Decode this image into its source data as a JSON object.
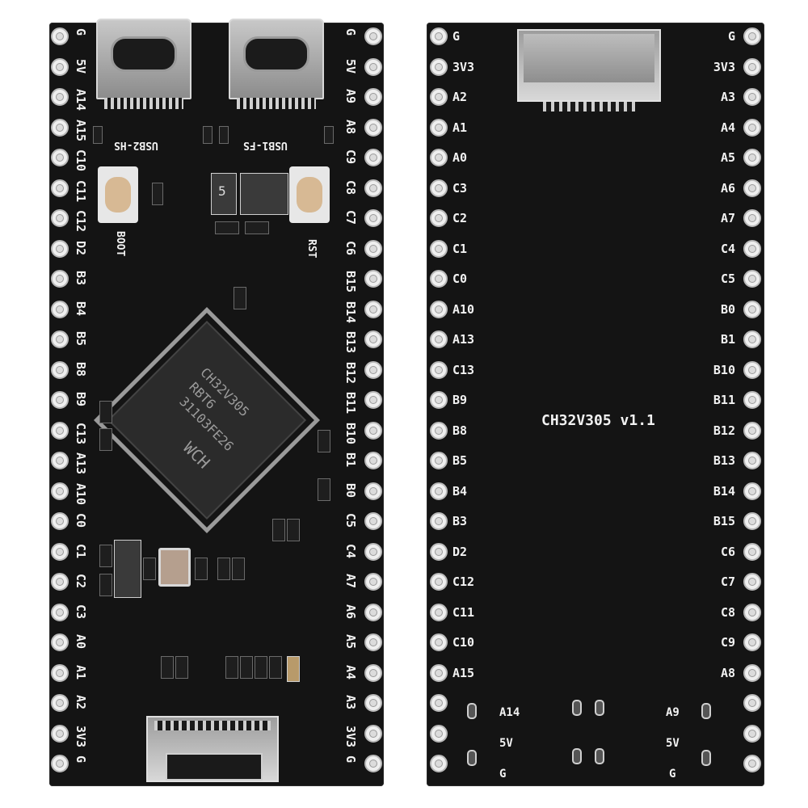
{
  "front": {
    "left_pins": [
      "G",
      "5V",
      "A14",
      "A15",
      "C10",
      "C11",
      "C12",
      "D2",
      "B3",
      "B4",
      "B5",
      "B8",
      "B9",
      "C13",
      "A13",
      "A10",
      "C0",
      "C1",
      "C2",
      "C3",
      "A0",
      "A1",
      "A2",
      "3V3",
      "G"
    ],
    "right_pins": [
      "G",
      "5V",
      "A9",
      "A8",
      "C9",
      "C8",
      "C7",
      "C6",
      "B15",
      "B14",
      "B13",
      "B12",
      "B11",
      "B10",
      "B1",
      "B0",
      "C5",
      "C4",
      "A7",
      "A6",
      "A5",
      "A4",
      "A3",
      "3V3",
      "G"
    ],
    "usb_left_label": "USB2-HS",
    "usb_right_label": "USB1-FS",
    "boot_label": "BOOT",
    "rst_label": "RST",
    "chip_line1": "CH32V305",
    "chip_line2": "RBT6",
    "chip_line3": "31103FE26",
    "chip_logo": "WCH",
    "ic_mark": "5"
  },
  "back": {
    "left_pins": [
      "G",
      "3V3",
      "A2",
      "A1",
      "A0",
      "C3",
      "C2",
      "C1",
      "C0",
      "A10",
      "A13",
      "C13",
      "B9",
      "B8",
      "B5",
      "B4",
      "B3",
      "D2",
      "C12",
      "C11",
      "C10",
      "A15",
      "",
      "",
      ""
    ],
    "right_pins": [
      "G",
      "3V3",
      "A3",
      "A4",
      "A5",
      "A6",
      "A7",
      "C4",
      "C5",
      "B0",
      "B1",
      "B10",
      "B11",
      "B12",
      "B13",
      "B14",
      "B15",
      "C6",
      "C7",
      "C8",
      "C9",
      "A8",
      "",
      "",
      ""
    ],
    "title": "CH32V305 v1.1",
    "bottom_left_a": "A14",
    "bottom_left_b": "5V",
    "bottom_left_c": "G",
    "bottom_right_a": "A9",
    "bottom_right_b": "5V",
    "bottom_right_c": "G"
  }
}
